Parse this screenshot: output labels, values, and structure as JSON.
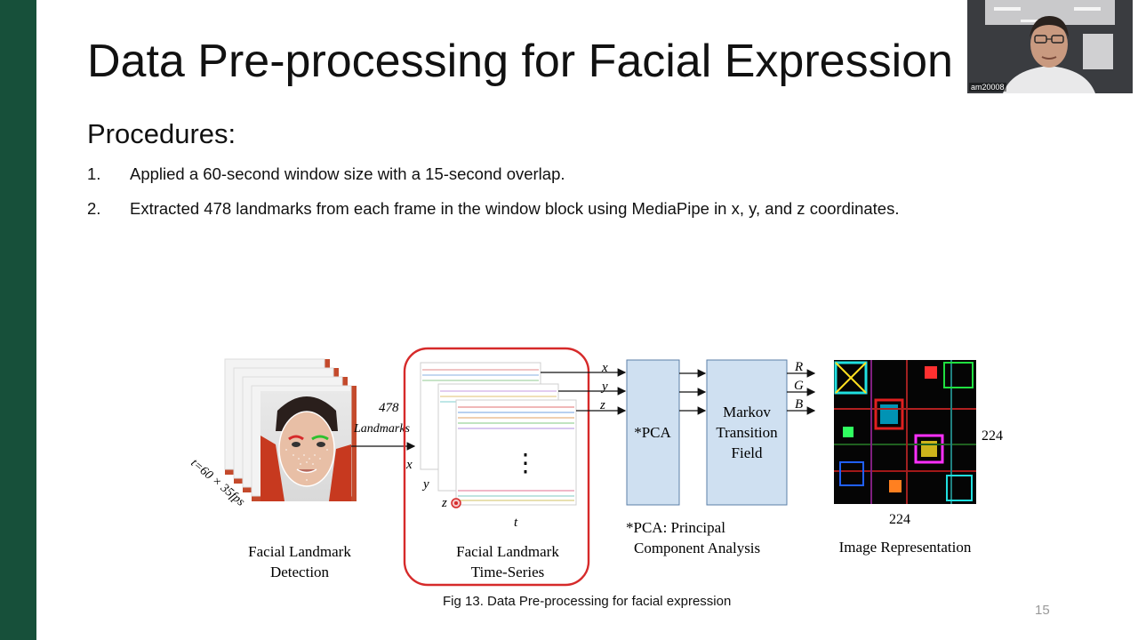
{
  "slide": {
    "title": "Data Pre-processing for Facial Expression",
    "subheading": "Procedures:",
    "procedures": [
      {
        "num": "1.",
        "text": "Applied a 60-second window size with a 15-second overlap."
      },
      {
        "num": "2.",
        "text": "Extracted 478 landmarks from each frame in the window block using MediaPipe in x, y, and z coordinates."
      }
    ],
    "page_number": "15"
  },
  "figure": {
    "frames_label": "t=60 × 35fps",
    "landmarks_count": "478",
    "landmarks_word": "Landmarks",
    "axis_x": "x",
    "axis_y": "y",
    "axis_z": "z",
    "time_axis": "t",
    "vdots": "⋮",
    "pca_box": "*PCA",
    "mtf_box_line1": "Markov",
    "mtf_box_line2": "Transition",
    "mtf_box_line3": "Field",
    "channel_r": "R",
    "channel_g": "G",
    "channel_b": "B",
    "image_height": "224",
    "image_width": "224",
    "label_detection_1": "Facial Landmark",
    "label_detection_2": "Detection",
    "label_timeseries_1": "Facial Landmark",
    "label_timeseries_2": "Time-Series",
    "label_pca_1": "*PCA: Principal",
    "label_pca_2": "Component Analysis",
    "label_image": "Image Representation",
    "caption": "Fig 13. Data Pre-processing for facial expression",
    "highlight_color": "#d62a2a",
    "box_fill": "#cfe0f1",
    "box_stroke": "#5b7fa8"
  },
  "video": {
    "participant_name": "am20008"
  }
}
